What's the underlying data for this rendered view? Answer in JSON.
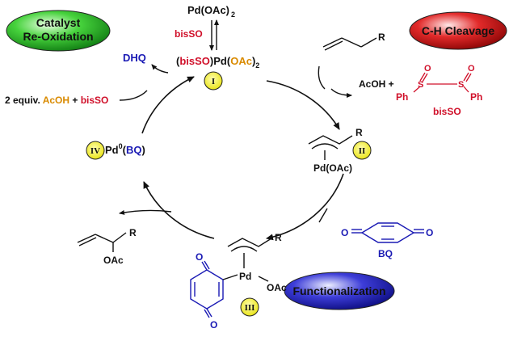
{
  "pills": {
    "reoxidation": {
      "line1": "Catalyst",
      "line2": "Re-Oxidation"
    },
    "ch_cleavage": {
      "label": "C-H Cleavage"
    },
    "functionalization": {
      "label": "Functionalization"
    }
  },
  "top": {
    "pd_oac2": "Pd(OAc)",
    "pd_oac2_sub": "2",
    "bisso": "bisSO",
    "complex_open": "(",
    "complex_bisso": "bisSO",
    "complex_close_pd": ")Pd(",
    "complex_oac": "OAc",
    "complex_close": ")",
    "complex_sub": "2"
  },
  "left": {
    "dhq": "DHQ",
    "equiv": "2 equiv. ",
    "acoh": "AcOH",
    "plus": " + ",
    "bisso": "bisSO",
    "pd0": "Pd",
    "pd0_sup": "0",
    "pd0_open": "(",
    "pd0_bq": "BQ",
    "pd0_close": ")",
    "product_oac": "OAc",
    "product_r": "R"
  },
  "right": {
    "substrate_r": "R",
    "acoh_plus": "AcOH +",
    "ph_left": "Ph",
    "s_left": "S",
    "o_left": "O",
    "s_right": "S",
    "o_right": "O",
    "ph_right": "Ph",
    "bisso_label": "bisSO",
    "allyl_r": "R",
    "allyl_pd": "Pd(OAc)",
    "bq_o_left": "O",
    "bq_o_right": "O",
    "bq_label": "BQ"
  },
  "bottom": {
    "allyl_r": "R",
    "pd": "Pd",
    "oac": "OAc",
    "bq_o_top": "O",
    "bq_o_bottom": "O"
  },
  "stages": [
    "I",
    "II",
    "III",
    "IV"
  ],
  "colors": {
    "red": "#d0102a",
    "orange": "#d98a00",
    "blue": "#1a1ab4",
    "yellow": "#f2ee1c",
    "green": "#2fb52f",
    "pill_red": "#d01010",
    "pill_blue": "#2020c0"
  }
}
